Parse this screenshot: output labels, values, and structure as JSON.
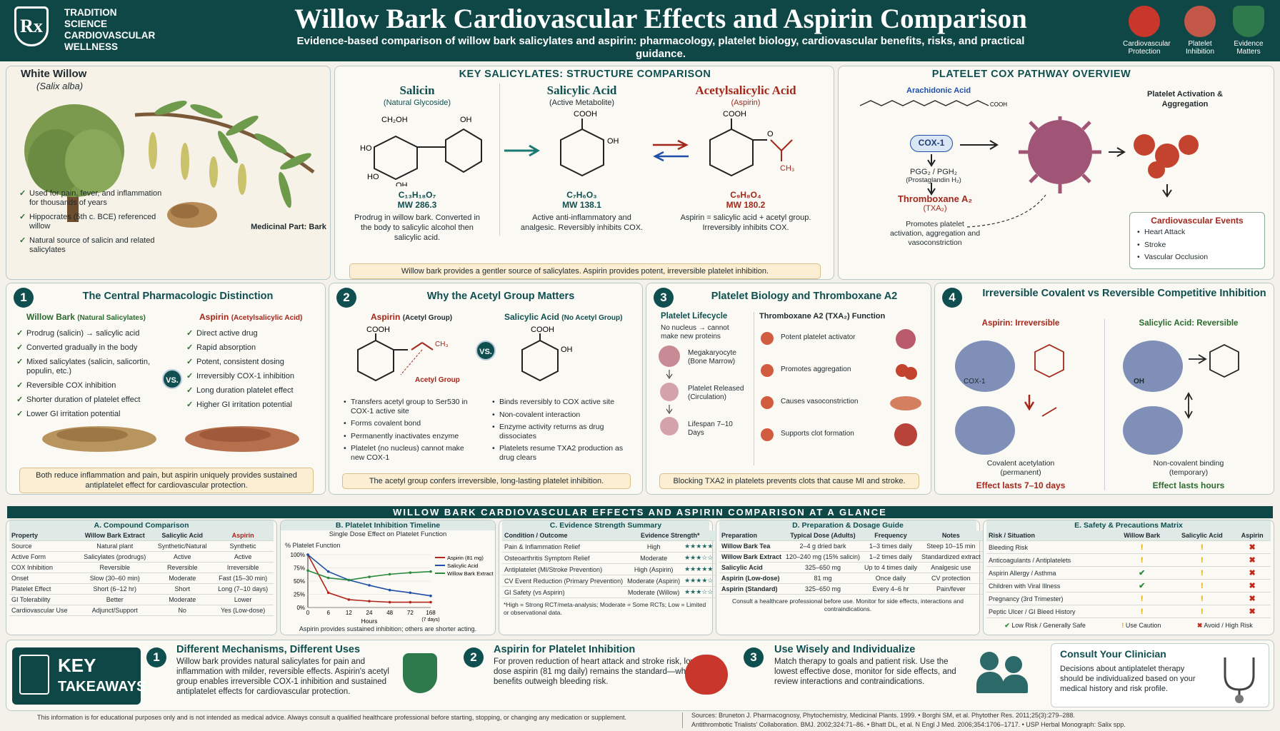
{
  "header": {
    "brand": [
      "TRADITION",
      "SCIENCE",
      "CARDIOVASCULAR",
      "WELLNESS"
    ],
    "logo": "Rx",
    "title": "Willow Bark Cardiovascular Effects and Aspirin Comparison",
    "subtitle": "Evidence-based comparison of willow bark salicylates and aspirin: pharmacology, platelet biology, cardiovascular benefits, risks, and practical guidance.",
    "icons": [
      "Cardiovascular Protection",
      "Platelet Inhibition",
      "Evidence Matters"
    ]
  },
  "willow": {
    "title": "White Willow",
    "latin": "(Salix alba)",
    "part": "Medicinal Part: Bark",
    "points": [
      "Used for pain, fever, and inflammation for thousands of years",
      "Hippocrates (5th c. BCE) referenced willow",
      "Natural source of salicin and related salicylates"
    ]
  },
  "structures": {
    "title": "KEY SALICYLATES: STRUCTURE COMPARISON",
    "items": [
      {
        "name": "Salicin",
        "sub": "(Natural Glycoside)",
        "formula": "C₁₃H₁₈O₇",
        "mw": "MW 286.3",
        "desc": "Prodrug in willow bark. Converted in the body to salicylic alcohol then salicylic acid."
      },
      {
        "name": "Salicylic Acid",
        "sub": "(Active Metabolite)",
        "formula": "C₇H₆O₃",
        "mw": "MW 138.1",
        "desc": "Active anti-inflammatory and analgesic. Reversibly inhibits COX."
      },
      {
        "name": "Acetylsalicylic Acid",
        "sub": "(Aspirin)",
        "formula": "C₉H₈O₄",
        "mw": "MW 180.2",
        "desc": "Aspirin = salicylic acid + acetyl group. Irreversibly inhibits COX."
      }
    ],
    "note": "Willow bark provides a gentler source of salicylates. Aspirin provides potent, irreversible platelet inhibition."
  },
  "cox": {
    "title": "PLATELET COX PATHWAY OVERVIEW",
    "arachidonic": "Arachidonic Acid",
    "cox1": "COX-1",
    "pgg": "PGG₂ / PGH₂",
    "pgg2": "(Prostaglandin H₂)",
    "thromb": "Thromboxane A₂",
    "thromb2": "(TXA₂)",
    "promotes": "Promotes platelet activation, aggregation and vasoconstriction",
    "activation": "Platelet Activation & Aggregation",
    "events_title": "Cardiovascular Events",
    "events": [
      "Heart Attack",
      "Stroke",
      "Vascular Occlusion"
    ]
  },
  "s1": {
    "num": "1",
    "title": "The Central Pharmacologic Distinction",
    "left_title": "Willow Bark",
    "left_sub": "(Natural Salicylates)",
    "right_title": "Aspirin",
    "right_sub": "(Acetylsalicylic Acid)",
    "left": [
      "Prodrug (salicin) → salicylic acid",
      "Converted gradually in the body",
      "Mixed salicylates (salicin, salicortin, populin, etc.)",
      "Reversible COX inhibition",
      "Shorter duration of platelet effect",
      "Lower GI irritation potential"
    ],
    "right": [
      "Direct active drug",
      "Rapid absorption",
      "Potent, consistent dosing",
      "Irreversibly COX-1 inhibition",
      "Long duration platelet effect",
      "Higher GI irritation potential"
    ],
    "vs": "VS.",
    "note": "Both reduce inflammation and pain, but aspirin uniquely provides sustained antiplatelet effect for cardiovascular protection."
  },
  "s2": {
    "num": "2",
    "title": "Why the Acetyl Group Matters",
    "left_title": "Aspirin",
    "left_sub": "(Acetyl Group)",
    "right_title": "Salicylic Acid",
    "right_sub": "(No Acetyl Group)",
    "acetyl": "Acetyl Group",
    "vs": "VS.",
    "left": [
      "Transfers acetyl group to Ser530 in COX-1 active site",
      "Forms covalent bond",
      "Permanently inactivates enzyme",
      "Platelet (no nucleus) cannot make new COX-1"
    ],
    "right": [
      "Binds reversibly to COX active site",
      "Non-covalent interaction",
      "Enzyme activity returns as drug dissociates",
      "Platelets resume TXA2 production as drug clears"
    ],
    "note": "The acetyl group confers irreversible, long-lasting platelet inhibition."
  },
  "s3": {
    "num": "3",
    "title": "Platelet Biology and Thromboxane A2",
    "life_title": "Platelet Lifecycle",
    "life_note": "No nucleus → cannot make new proteins",
    "life": [
      "Megakaryocyte (Bone Marrow)",
      "Platelet Released (Circulation)",
      "Lifespan 7–10 Days"
    ],
    "fn_title": "Thromboxane A2 (TXA₂) Function",
    "fn": [
      "Potent platelet activator",
      "Promotes aggregation",
      "Causes vasoconstriction",
      "Supports clot formation"
    ],
    "note": "Blocking TXA2 in platelets prevents clots that cause MI and stroke."
  },
  "s4": {
    "num": "4",
    "title": "Irreversible Covalent vs Reversible Competitive Inhibition",
    "left_title": "Aspirin: Irreversible",
    "right_title": "Salicylic Acid: Reversible",
    "cox1": "COX-1",
    "oh": "OH",
    "left_cap": "Covalent acetylation",
    "left_cap2": "(permanent)",
    "right_cap": "Non-covalent binding",
    "right_cap2": "(temporary)",
    "left_eff": "Effect lasts 7–10 days",
    "right_eff": "Effect lasts hours"
  },
  "banner": "WILLOW BARK CARDIOVASCULAR EFFECTS AND ASPIRIN COMPARISON AT A GLANCE",
  "tableA": {
    "title": "A. Compound Comparison",
    "headers": [
      "Property",
      "Willow Bark Extract",
      "Salicylic Acid",
      "Aspirin"
    ],
    "rows": [
      [
        "Source",
        "Natural plant",
        "Synthetic/Natural",
        "Synthetic"
      ],
      [
        "Active Form",
        "Salicylates (prodrugs)",
        "Active",
        "Active"
      ],
      [
        "COX Inhibition",
        "Reversible",
        "Reversible",
        "Irreversible"
      ],
      [
        "Onset",
        "Slow (30–60 min)",
        "Moderate",
        "Fast (15–30 min)"
      ],
      [
        "Platelet Effect",
        "Short (6–12 hr)",
        "Short",
        "Long (7–10 days)"
      ],
      [
        "GI Tolerability",
        "Better",
        "Moderate",
        "Lower"
      ],
      [
        "Cardiovascular Use",
        "Adjunct/Support",
        "No",
        "Yes (Low-dose)"
      ]
    ]
  },
  "chartB": {
    "title": "B. Platelet Inhibition Timeline",
    "subtitle": "Single Dose Effect on Platelet Function",
    "ylabel": "% Platelet Function",
    "xlabel": "Hours",
    "caption": "Aspirin provides sustained inhibition; others are shorter acting.",
    "xticks": [
      "0",
      "6",
      "12",
      "24",
      "48",
      "72",
      "168"
    ],
    "xtick_note": "(7 days)",
    "yticks": [
      "100%",
      "75%",
      "50%",
      "25%",
      "0%"
    ]
  },
  "chart_data": {
    "type": "line",
    "x": [
      0,
      6,
      12,
      24,
      48,
      72,
      168
    ],
    "ylim": [
      0,
      100
    ],
    "series": [
      {
        "name": "Aspirin (81 mg)",
        "color": "#b2261c",
        "values": [
          100,
          28,
          15,
          12,
          10,
          10,
          10
        ]
      },
      {
        "name": "Salicylic Acid",
        "color": "#1f4fa8",
        "values": [
          100,
          68,
          52,
          42,
          33,
          28,
          22
        ]
      },
      {
        "name": "Willow Bark Extract",
        "color": "#2b8a3e",
        "values": [
          70,
          56,
          52,
          58,
          63,
          66,
          68
        ]
      }
    ]
  },
  "tableC": {
    "title": "C. Evidence Strength Summary",
    "headers": [
      "Condition / Outcome",
      "Evidence Strength*"
    ],
    "rows": [
      [
        "Pain & Inflammation Relief",
        "High",
        "★★★★★"
      ],
      [
        "Osteoarthritis Symptom Relief",
        "Moderate",
        "★★★☆☆"
      ],
      [
        "Antiplatelet (MI/Stroke Prevention)",
        "High (Aspirin)",
        "★★★★★"
      ],
      [
        "CV Event Reduction (Primary Prevention)",
        "Moderate (Aspirin)",
        "★★★★☆"
      ],
      [
        "GI Safety (vs Aspirin)",
        "Moderate (Willow)",
        "★★★☆☆"
      ]
    ],
    "note": "*High = Strong RCT/meta-analysis; Moderate = Some RCTs; Low = Limited or observational data."
  },
  "tableD": {
    "title": "D. Preparation & Dosage Guide",
    "headers": [
      "Preparation",
      "Typical Dose (Adults)",
      "Frequency",
      "Notes"
    ],
    "rows": [
      [
        "Willow Bark Tea",
        "2–4 g dried bark",
        "1–3 times daily",
        "Steep 10–15 min"
      ],
      [
        "Willow Bark Extract",
        "120–240 mg (15% salicin)",
        "1–2 times daily",
        "Standardized extract"
      ],
      [
        "Salicylic Acid",
        "325–650 mg",
        "Up to 4 times daily",
        "Analgesic use"
      ],
      [
        "Aspirin (Low-dose)",
        "81 mg",
        "Once daily",
        "CV protection"
      ],
      [
        "Aspirin (Standard)",
        "325–650 mg",
        "Every 4–6 hr",
        "Pain/fever"
      ]
    ],
    "note": "Consult a healthcare professional before use. Monitor for side effects, interactions and contraindications."
  },
  "tableE": {
    "title": "E. Safety & Precautions Matrix",
    "headers": [
      "Risk / Situation",
      "Willow Bark",
      "Salicylic Acid",
      "Aspirin"
    ],
    "rows": [
      [
        "Bleeding Risk",
        "caution",
        "caution",
        "avoid"
      ],
      [
        "Anticoagulants / Antiplatelets",
        "caution",
        "caution",
        "avoid"
      ],
      [
        "Aspirin Allergy / Asthma",
        "safe",
        "caution",
        "avoid"
      ],
      [
        "Children with Viral Illness",
        "safe",
        "caution",
        "avoid"
      ],
      [
        "Pregnancy (3rd Trimester)",
        "caution",
        "caution",
        "avoid"
      ],
      [
        "Peptic Ulcer / GI Bleed History",
        "caution",
        "caution",
        "avoid"
      ]
    ],
    "legend": [
      "Low Risk / Generally Safe",
      "Use Caution",
      "Avoid / High Risk"
    ]
  },
  "takeaways": {
    "label1": "KEY",
    "label2": "TAKEAWAYS",
    "items": [
      {
        "num": "1",
        "title": "Different Mechanisms, Different Uses",
        "text": "Willow bark provides natural salicylates for pain and inflammation with milder, reversible effects. Aspirin's acetyl group enables irreversible COX-1 inhibition and sustained antiplatelet effects for cardiovascular protection."
      },
      {
        "num": "2",
        "title": "Aspirin for Platelet Inhibition",
        "text": "For proven reduction of heart attack and stroke risk, low-dose aspirin (81 mg daily) remains the standard—when benefits outweigh bleeding risk."
      },
      {
        "num": "3",
        "title": "Use Wisely and Individualize",
        "text": "Match therapy to goals and patient risk. Use the lowest effective dose, monitor for side effects, and review interactions and contraindications."
      }
    ],
    "consult_title": "Consult Your Clinician",
    "consult_text": "Decisions about antiplatelet therapy should be individualized based on your medical history and risk profile."
  },
  "footer": {
    "disclaimer": "This information is for educational purposes only and is not intended as medical advice.  Always consult a qualified healthcare professional before starting, stopping, or changing any medication or supplement.",
    "sources1": "Sources: Bruneton J. Pharmacognosy, Phytochemistry, Medicinal Plants. 1999.  • Borghi SM, et al. Phytother Res. 2011;25(3):279–288.",
    "sources2": "Antithrombotic Trialists' Collaboration. BMJ. 2002;324:71–86.  • Bhatt DL, et al. N Engl J Med. 2006;354:1706–1717.  • USP Herbal Monograph: Salix spp."
  },
  "colors": {
    "teal": "#0f4747",
    "red": "#a4271c",
    "green": "#2b6a2f",
    "caution": "#f2c12e"
  }
}
